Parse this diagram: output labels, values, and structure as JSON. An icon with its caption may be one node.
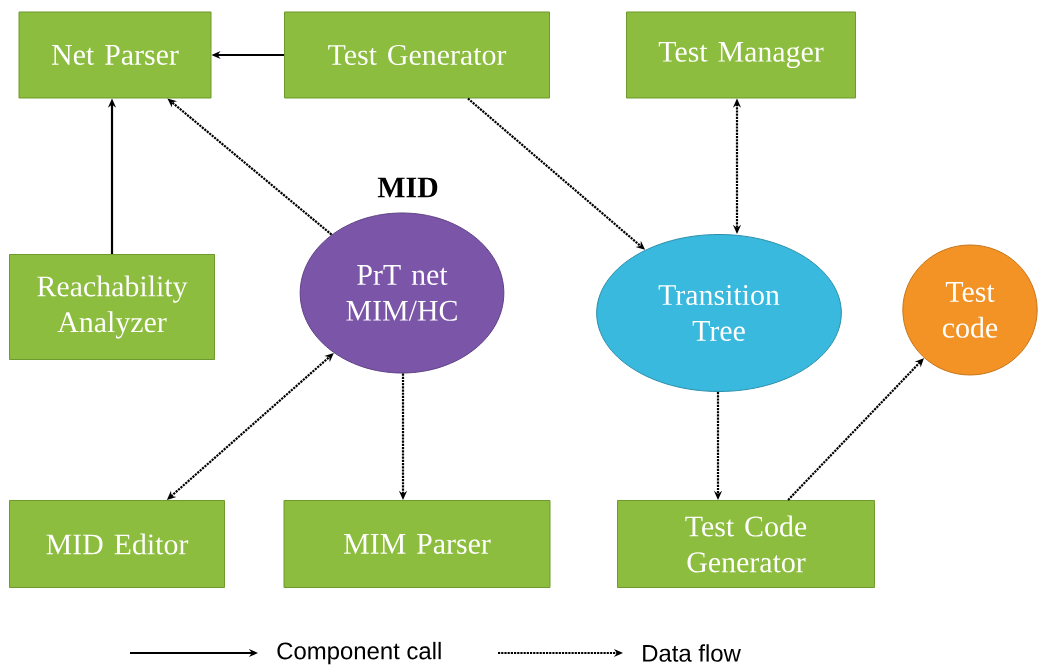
{
  "diagram": {
    "nodes": [
      {
        "text": [
          "Net Parser"
        ]
      },
      {
        "text": [
          "Test Generator"
        ]
      },
      {
        "text": [
          "Test Manager"
        ]
      },
      {
        "text": [
          "Reachability Analyzer"
        ]
      },
      {
        "text": [
          "PrT net MIM/HC"
        ],
        "beside": [
          "MID"
        ]
      },
      {
        "text": [
          "Transition Tree"
        ]
      },
      {
        "text": [
          "Test code"
        ]
      },
      {
        "text": [
          "MID Editor"
        ]
      },
      {
        "text": [
          "MIM Parser"
        ]
      },
      {
        "text": [
          "Test Code Generator"
        ]
      }
    ],
    "edges": [
      {
        "from": 1,
        "to": 0,
        "arrow": "to"
      },
      {
        "from": 3,
        "to": 0,
        "arrow": "to"
      },
      {
        "from": 4,
        "to": 0,
        "arrow": "to",
        "style": "dashed"
      },
      {
        "from": 1,
        "to": 5,
        "arrow": "to",
        "style": "dashed"
      },
      {
        "from": 2,
        "to": 5,
        "arrow": "both",
        "style": "dashed"
      },
      {
        "from": 7,
        "to": 4,
        "arrow": "both",
        "style": "dashed"
      },
      {
        "from": 4,
        "to": 8,
        "arrow": "to",
        "style": "dashed"
      },
      {
        "from": 5,
        "to": 9,
        "arrow": "to",
        "style": "dashed"
      },
      {
        "from": 9,
        "to": 6,
        "arrow": "to",
        "style": "dashed"
      }
    ],
    "legend": [
      {
        "text": "Component call"
      },
      {
        "text": "Data flow"
      }
    ]
  }
}
